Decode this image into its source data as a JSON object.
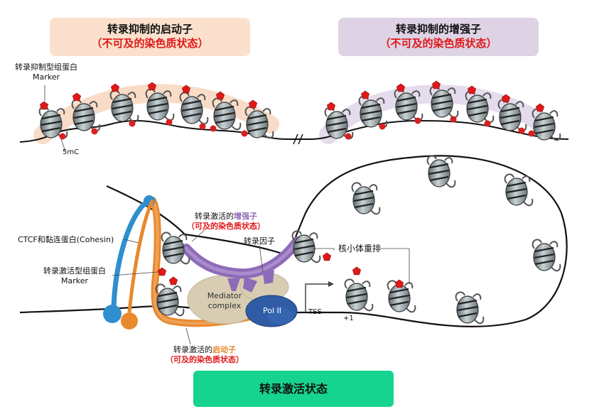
{
  "top_left_box": {
    "line1": "转录抑制的启动子",
    "line2": "（不可及的染色质状态）"
  },
  "top_right_box": {
    "line1": "转录抑制的增强子",
    "line2": "（不可及的染色质状态）"
  },
  "labels": {
    "repressive_histone": "转录抑制型组蛋白",
    "marker_top": "Marker",
    "fivemc": "5mC",
    "enhancer_prefix": "转录激活的",
    "enhancer_word": "增强子",
    "accessible": "（可及的染色质状态）",
    "tf": "转录因子",
    "nucleosome_remodel": "核小体重排",
    "ctcf": "CTCF和黏连蛋白(Cohesin)",
    "active_histone": "转录激活型组蛋白",
    "marker_bottom": "Marker",
    "mediator_line1": "Mediator",
    "mediator_line2": "complex",
    "pol": "Pol II",
    "tss": "TSS",
    "plus1": "+1",
    "promoter_prefix": "转录激活的",
    "promoter_word": "启动子",
    "accessible2": "（可及的染色质状态）"
  },
  "bottom_box": {
    "label": "转录激活状态"
  },
  "colors": {
    "promoter": "#e8892e",
    "enhancer": "#8e6bb8",
    "ctcf": "#2f8fce",
    "mediator": "#d8cdb3",
    "polII": "#2f5ca5",
    "marker": "#e01818",
    "active_box": "#16d48f"
  }
}
